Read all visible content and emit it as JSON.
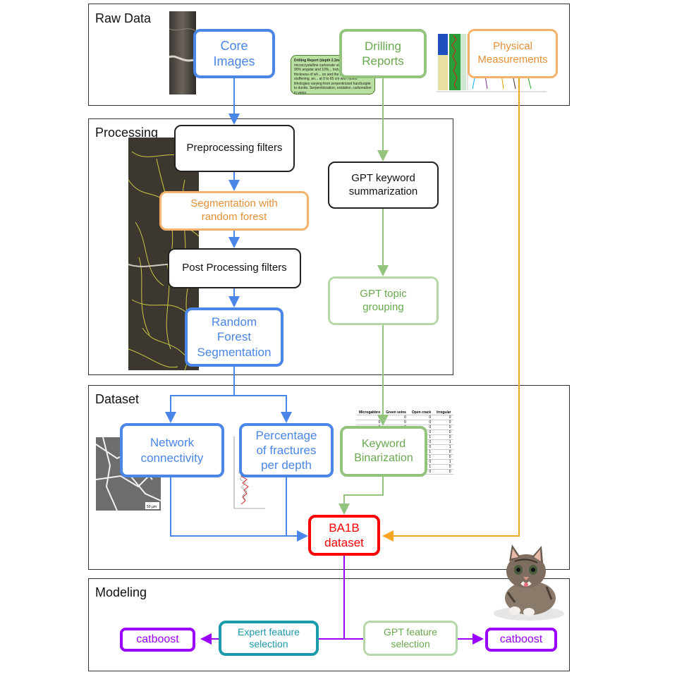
{
  "panels": {
    "raw": "Raw Data",
    "processing": "Processing",
    "dataset": "Dataset",
    "modeling": "Modeling"
  },
  "nodes": {
    "core_images": "Core\nImages",
    "drilling_reports": "Drilling\nReports",
    "physical_measurements": "Physical\nMeasurements",
    "preprocessing": "Preprocessing filters",
    "segmentation_rf": "Segmentation with\nrandom forest",
    "post_processing": "Post Processing filters",
    "rf_segmentation": "Random\nForest\nSegmentation",
    "gpt_keyword": "GPT keyword\nsummarization",
    "gpt_topic": "GPT topic\ngrouping",
    "network": "Network\nconnectivity",
    "percentage": "Percentage\nof fractures\nper depth",
    "keyword_bin": "Keyword\nBinarization",
    "ba1b": "BA1B\ndataset",
    "expert_fs": "Expert feature\nselection",
    "gpt_fs": "GPT feature\nselection",
    "catboost_left": "catboost",
    "catboost_right": "catboost"
  },
  "drill_note": {
    "title": "Drilling Report (depth 2.2m - 4...",
    "body": "microcrystalline carbonate visible... clasts are 90% angular and 10%... includes that the thickness of wh... on and the bedrock is stuffening, an... at 0 to 65 cm with mixed lithologies varying from serpentinized harzburgite to dunite. Serpentinization, oxidation, carbonation in veins"
  },
  "binarization_table": {
    "headers": [
      "Microgabbro",
      "Green veins",
      "Open crack",
      "Irregular"
    ],
    "rows": [
      [
        "0",
        "0",
        "0",
        "0"
      ],
      [
        "0",
        "0",
        "0",
        "0"
      ],
      [
        "0",
        "0",
        "0",
        "0"
      ],
      [
        "0",
        "0",
        "0",
        "0"
      ],
      [
        "0",
        "0",
        "1",
        "0"
      ],
      [
        "0",
        "0",
        "0",
        "1"
      ],
      [
        "0",
        "0",
        "0",
        "1"
      ],
      [
        "0",
        "0",
        "1",
        "0"
      ],
      [
        "0",
        "0",
        "1",
        "0"
      ],
      [
        "0",
        "0",
        "0",
        "1"
      ],
      [
        "0",
        "0",
        "1",
        "0"
      ],
      [
        "0",
        "0",
        "0",
        "0"
      ]
    ]
  },
  "micro_scale": "50 µm",
  "colors": {
    "blue": "#4a86e8",
    "green": "#93c47d",
    "light_green": "#b6d7a8",
    "orange": "#f6a623",
    "red": "#ff0000",
    "purple": "#9900ff",
    "teal": "#1b9aaa"
  }
}
